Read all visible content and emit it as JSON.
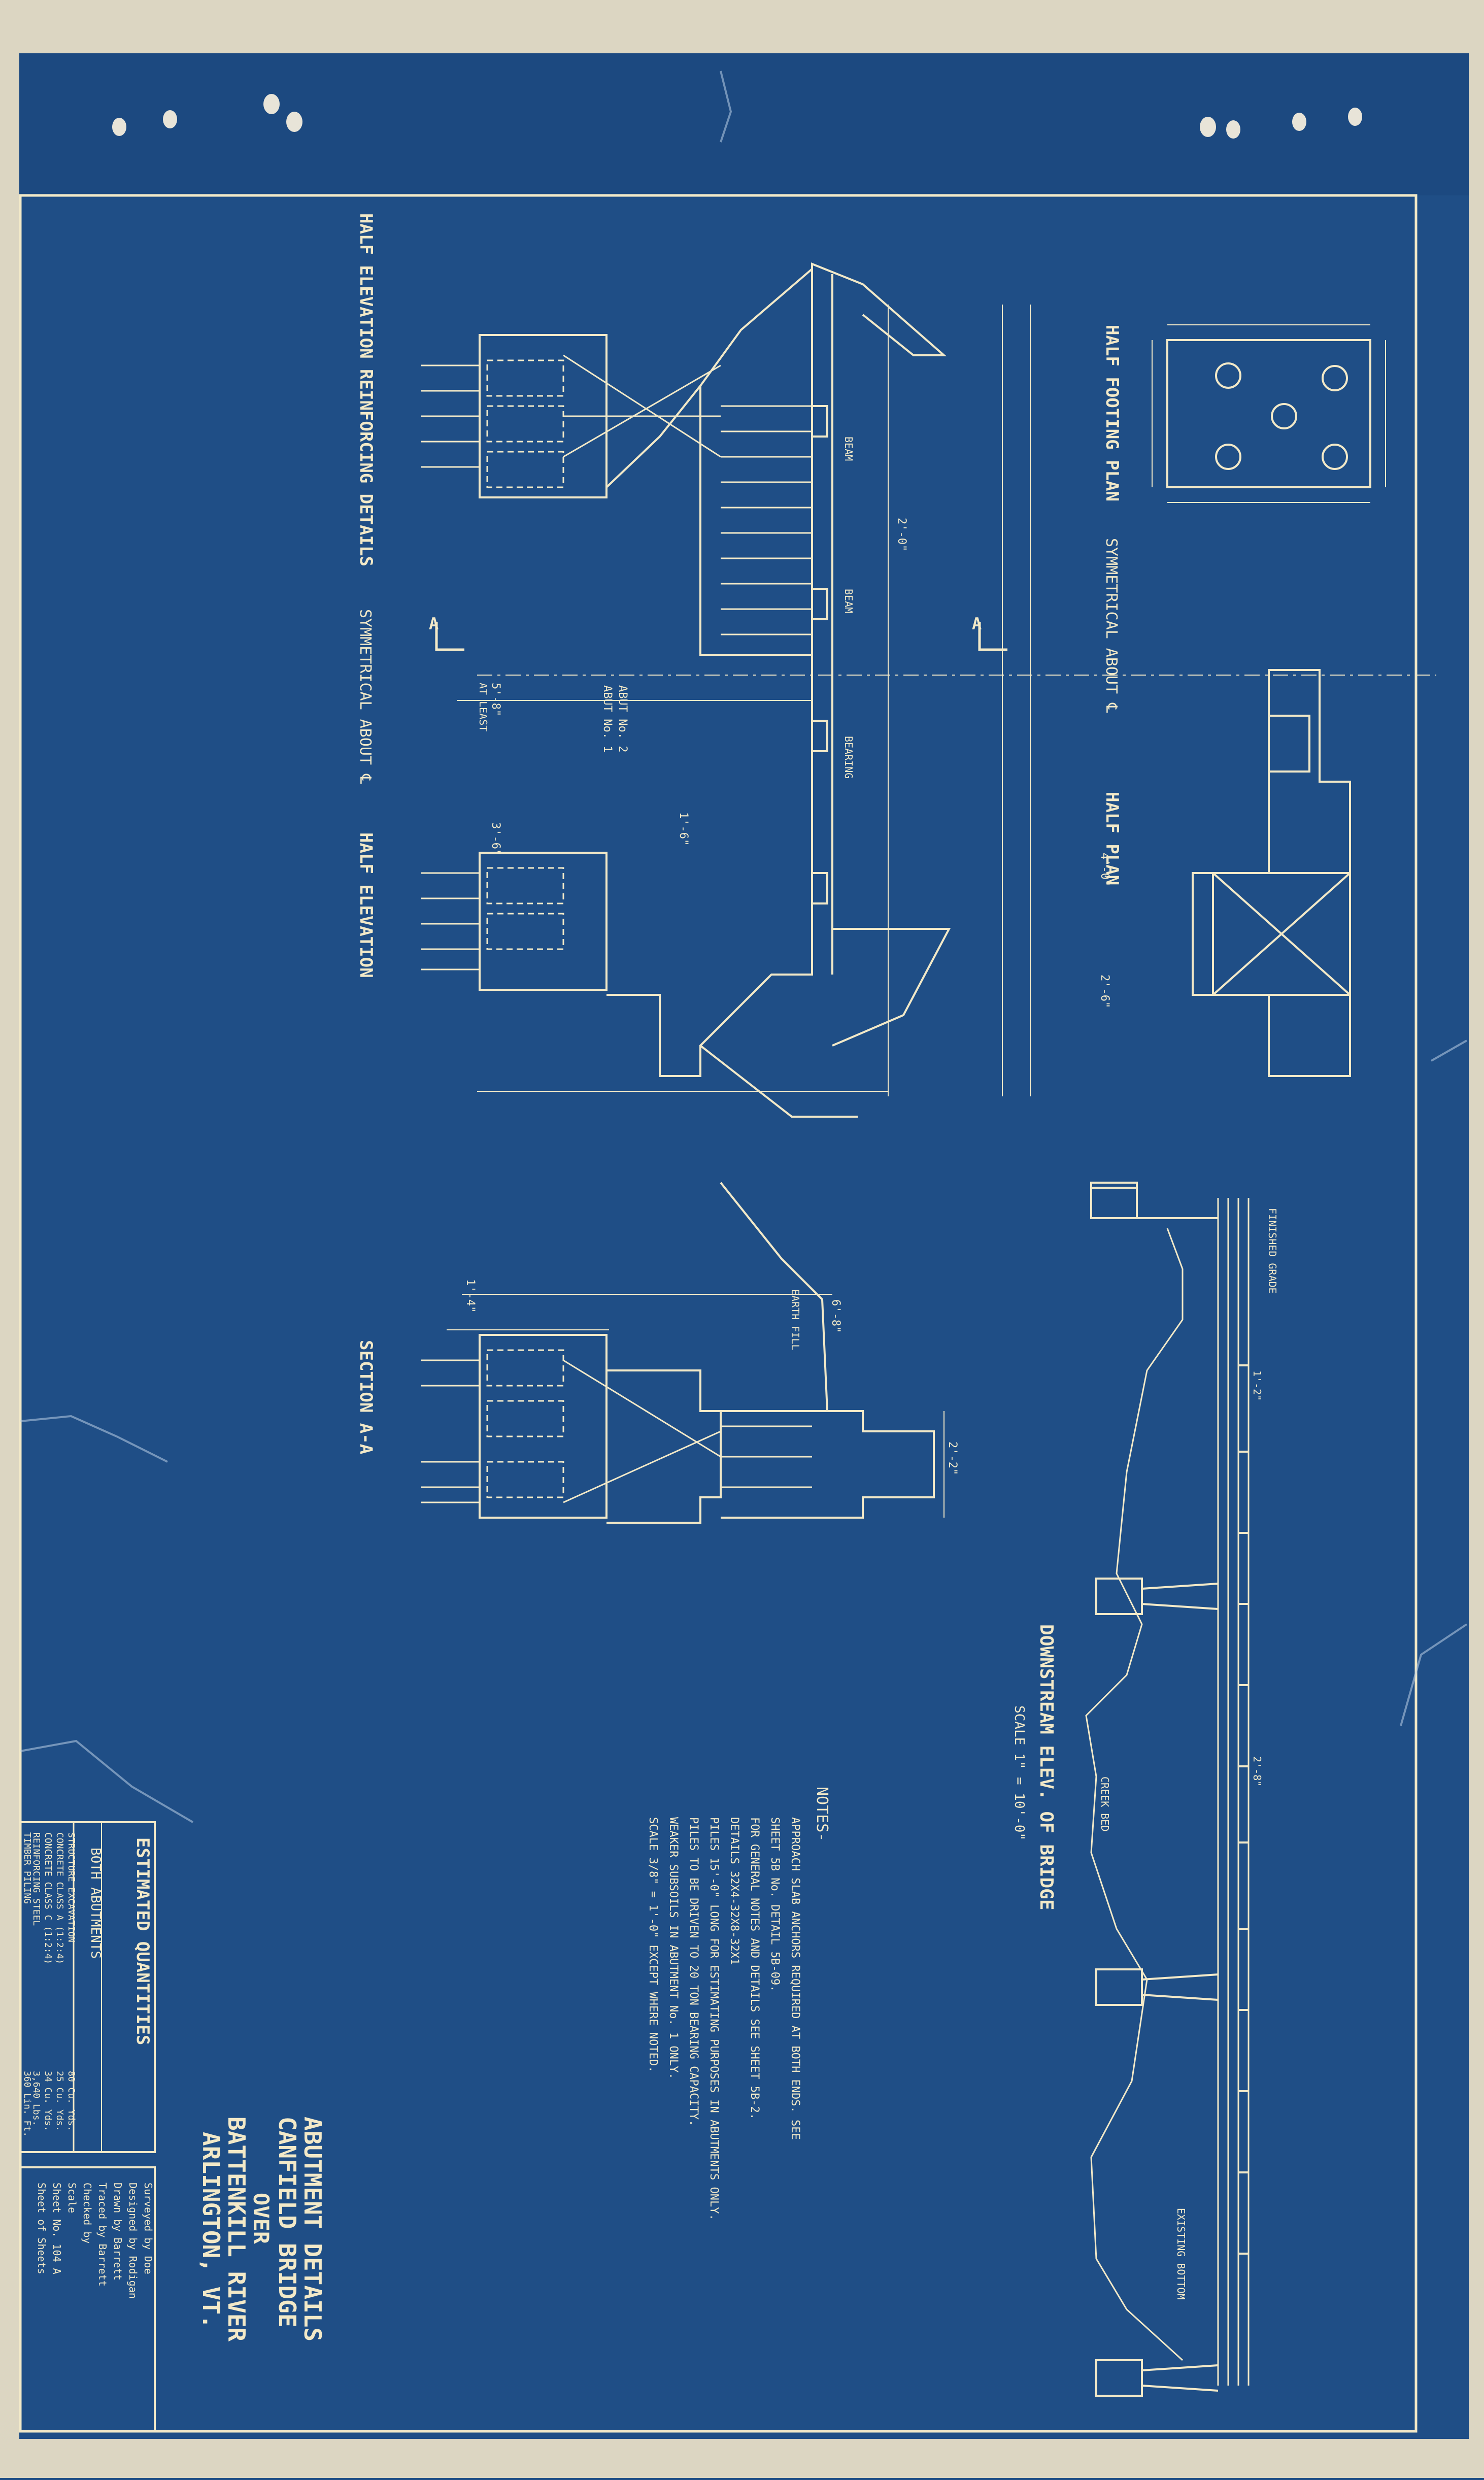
{
  "colors": {
    "paper": "#1f4e86",
    "ink": "#f2e9c8",
    "edge": "#dcd6c2"
  },
  "views": {
    "half_footing_plan": "HALF FOOTING PLAN",
    "symmetrical_about_cl": "SYMMETRICAL ABOUT ℄",
    "half_plan": "HALF PLAN",
    "half_elevation_reinforcing": "HALF ELEVATION REINFORCING DETAILS",
    "symmetrical_about_cl_2": "SYMMETRICAL ABOUT ℄",
    "half_elevation": "HALF ELEVATION",
    "section_aa": "SECTION A-A",
    "downstream_elev": "DOWNSTREAM ELEV. OF BRIDGE",
    "downstream_scale": "SCALE 1\" = 10'-0\"",
    "section_mark": "A"
  },
  "notes": {
    "heading": "NOTES-",
    "lines": [
      "APPROACH SLAB ANCHORS REQUIRED AT BOTH ENDS. SEE",
      "SHEET 5B No. DETAIL 5B-09.",
      "FOR GENERAL NOTES AND DETAILS SEE SHEET 5B-2.",
      "DETAILS 32X4-32X8-32X1",
      "PILES 15'-0\" LONG FOR ESTIMATING PURPOSES IN ABUTMENTS ONLY.",
      "PILES TO BE DRIVEN TO 20 TON BEARING CAPACITY.",
      "WEAKER SUBSOILS IN ABUTMENT No. 1 ONLY.",
      "SCALE 3/8\" = 1'-0\" EXCEPT WHERE NOTED."
    ]
  },
  "quantities": {
    "title": "ESTIMATED QUANTITIES",
    "subtitle": "BOTH ABUTMENTS",
    "rows": [
      {
        "item": "STRUCTURE EXCAVATION",
        "value": "80 Cu. Yds."
      },
      {
        "item": "CONCRETE CLASS A (1:2:4)",
        "value": "25 Cu. Yds."
      },
      {
        "item": "CONCRETE CLASS C (1:2:4)",
        "value": "34 Cu. Yds."
      },
      {
        "item": "REINFORCING STEEL",
        "value": "3,640 Lbs."
      },
      {
        "item": "TIMBER PILING",
        "value": "360 Lin. Ft."
      }
    ]
  },
  "title_block": {
    "lines": [
      "ABUTMENT DETAILS",
      "CANFIELD BRIDGE",
      "OVER",
      "BATTENKILL RIVER",
      "ARLINGTON, VT."
    ]
  },
  "credits": {
    "rows": [
      "Surveyed by Doe",
      "Designed by Rodigan",
      "Drawn by Barrett",
      "Traced by Barrett",
      "Checked by",
      "Scale",
      "Sheet No. 104 A",
      "Sheet of Sheets"
    ]
  },
  "labels": {
    "abut1": "ABUT No. 1",
    "abut2": "ABUT No. 2",
    "at_least": "AT LEAST",
    "beam": "BEAM",
    "bearing": "BEARING",
    "fill": "EARTH FILL",
    "creek_bed": "CREEK BED",
    "finished_grade": "FINISHED GRADE",
    "existing_bottom": "EXISTING BOTTOM",
    "dims": [
      "5'-8\"",
      "3'-6\"",
      "1'-6\"",
      "2'-0\"",
      "4'-0\"",
      "2'-6\"",
      "1'-4\"",
      "6'-8\"",
      "2'-2\"",
      "1'-2\"",
      "2'-8\""
    ]
  }
}
